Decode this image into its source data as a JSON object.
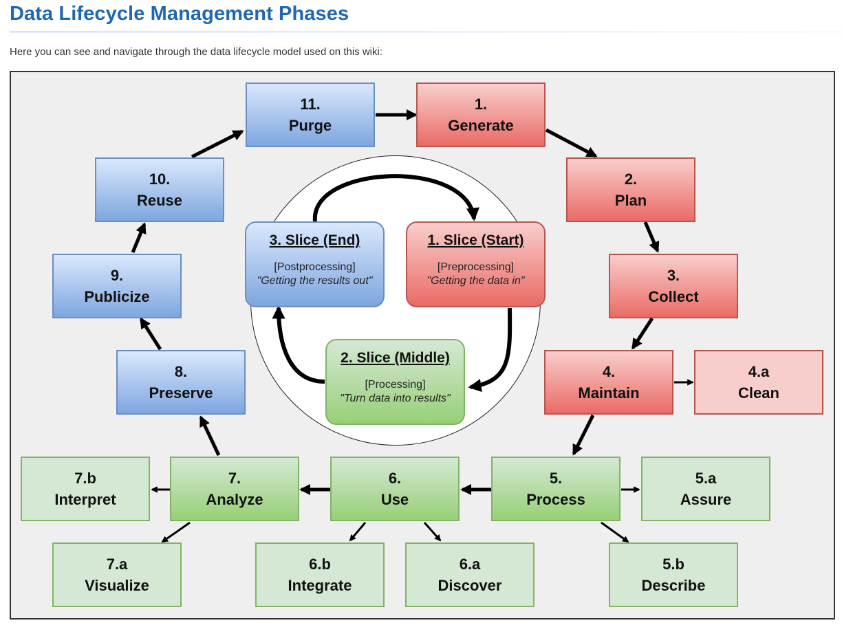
{
  "header": {
    "title": "Data Lifecycle Management Phases",
    "intro": "Here you can see and navigate through the data lifecycle model used on this wiki:"
  },
  "phases": {
    "p1": {
      "num": "1.",
      "name": "Generate"
    },
    "p2": {
      "num": "2.",
      "name": "Plan"
    },
    "p3": {
      "num": "3.",
      "name": "Collect"
    },
    "p4": {
      "num": "4.",
      "name": "Maintain"
    },
    "p4a": {
      "num": "4.a",
      "name": "Clean"
    },
    "p5": {
      "num": "5.",
      "name": "Process"
    },
    "p5a": {
      "num": "5.a",
      "name": "Assure"
    },
    "p5b": {
      "num": "5.b",
      "name": "Describe"
    },
    "p6": {
      "num": "6.",
      "name": "Use"
    },
    "p6a": {
      "num": "6.a",
      "name": "Discover"
    },
    "p6b": {
      "num": "6.b",
      "name": "Integrate"
    },
    "p7": {
      "num": "7.",
      "name": "Analyze"
    },
    "p7a": {
      "num": "7.a",
      "name": "Visualize"
    },
    "p7b": {
      "num": "7.b",
      "name": "Interpret"
    },
    "p8": {
      "num": "8.",
      "name": "Preserve"
    },
    "p9": {
      "num": "9.",
      "name": "Publicize"
    },
    "p10": {
      "num": "10.",
      "name": "Reuse"
    },
    "p11": {
      "num": "11.",
      "name": "Purge"
    }
  },
  "slices": {
    "start": {
      "title": "1. Slice (Start)",
      "sub": "[Preprocessing]",
      "quote": "\"Getting the data in\""
    },
    "middle": {
      "title": "2. Slice (Middle)",
      "sub": "[Processing]",
      "quote": "\"Turn data into results\""
    },
    "end": {
      "title": "3. Slice (End)",
      "sub": "[Postprocessing]",
      "quote": "\"Getting the results out\""
    }
  },
  "colors": {
    "title_blue": "#1e67b3",
    "blue_fill": "#7ea6e0",
    "blue_border": "#6c8ebf",
    "red_fill": "#ea6b66",
    "red_border": "#b85450",
    "red_light": "#f8cecc",
    "green_fill": "#97d077",
    "green_border": "#82b366",
    "green_light": "#d5e8d4"
  }
}
